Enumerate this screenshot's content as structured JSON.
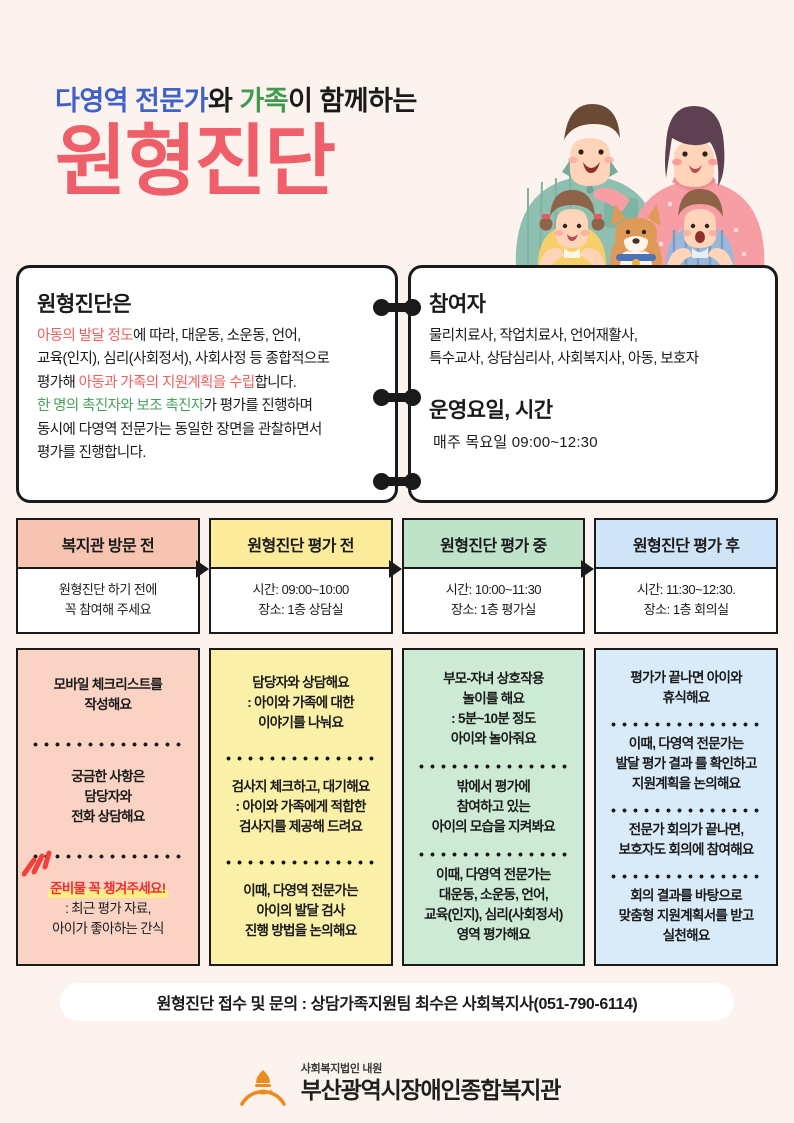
{
  "poster": {
    "background_color": "#fdf3ee",
    "title": {
      "line1_part1": "다영역 전문가",
      "line1_part2": "와 ",
      "line1_part3": "가족",
      "line1_part4": "이 함께하는",
      "line2": "원형진단",
      "accent_blue": "#3f62c8",
      "accent_green": "#3f9a4e",
      "accent_red": "#ef5f6a"
    },
    "illustration_name": "family-illustration"
  },
  "info": {
    "left": {
      "heading": "원형진단은",
      "line1_red": "아동의 발달 정도",
      "line1_rest": "에 따라,  대운동, 소운동, 언어,",
      "line2": "교육(인지), 심리(사회정서), 사회사정 등 종합적으로",
      "line3_pre": "평가해 ",
      "line3_red": "아동과 가족의 지원계획을 수립",
      "line3_post": "합니다.",
      "line4_green": "한 명의 촉진자와 보조 촉진자",
      "line4_rest": "가 평가를 진행하며",
      "line5": "동시에 다영역 전문가는 동일한 장면을 관찰하면서",
      "line6": "평가를 진행합니다."
    },
    "right": {
      "heading1": "참여자",
      "participants_line1": "물리치료사, 작업치료사, 언어재활사,",
      "participants_line2": "특수교사, 상담심리사, 사회복지사, 아동, 보호자",
      "heading2": "운영요일, 시간",
      "schedule": "매주 목요일 09:00~12:30"
    }
  },
  "stages": [
    {
      "title": "복지관 방문 전",
      "header_color": "#f7c4b2",
      "body_color": "#fbd3c4",
      "summary": "원형진단 하기 전에\n꼭 참여해 주세요",
      "blocks": [
        {
          "text": "모바일 체크리스트를\n작성해요",
          "style": "plain"
        },
        {
          "text": "궁금한 사항은\n담당자와\n전화 상담해요",
          "style": "plain"
        },
        {
          "emphasis": "준비물 꼭 챙겨주세요!",
          "text": ": 최근 평가 자료,\n아이가 좋아하는 간식",
          "style": "emphasis"
        }
      ]
    },
    {
      "title": "원형진단 평가 전",
      "header_color": "#fbeb9a",
      "body_color": "#fbf0a8",
      "summary": "시간: 09:00~10:00\n장소: 1층 상담실",
      "blocks": [
        {
          "text": "담당자와 상담해요\n: 아이와 가족에 대한\n이야기를 나눠요",
          "style": "plain"
        },
        {
          "text": "검사지 체크하고, 대기해요\n: 아이와 가족에게 적합한\n검사지를 제공해 드려요",
          "style": "plain"
        },
        {
          "text": "이때, 다영역 전문가는\n아이의 발달 검사\n진행 방법을 논의해요",
          "style": "plain"
        }
      ]
    },
    {
      "title": "원형진단 평가 중",
      "header_color": "#bfe3c8",
      "body_color": "#cdebd4",
      "summary": "시간: 10:00~11:30\n장소: 1층 평가실",
      "blocks": [
        {
          "text": "부모-자녀 상호작용\n놀이를 해요\n: 5분~10분 정도\n아이와 놀아줘요",
          "style": "plain"
        },
        {
          "text": "밖에서 평가에\n참여하고 있는\n아이의 모습을 지켜봐요",
          "style": "plain"
        },
        {
          "text": "이때, 다영역 전문가는\n대운동, 소운동, 언어,\n교육(인지), 심리(사회정서)\n영역 평가해요",
          "style": "plain"
        }
      ]
    },
    {
      "title": "원형진단 평가 후",
      "header_color": "#cfe4f7",
      "body_color": "#d9eaf9",
      "summary": "시간: 11:30~12:30.\n장소: 1층 회의실",
      "blocks": [
        {
          "text": "평가가 끝나면 아이와\n휴식해요",
          "style": "plain"
        },
        {
          "text": "이때, 다영역 전문가는\n발달 평가 결과 를 확인하고\n지원계획을 논의해요",
          "style": "plain"
        },
        {
          "text": "전문가 회의가  끝나면,\n보호자도 회의에 참여해요",
          "style": "plain"
        },
        {
          "text": "회의 결과를 바탕으로\n맞춤형 지원계획서를 받고\n실천해요",
          "style": "plain"
        }
      ]
    }
  ],
  "footer": {
    "contact": "원형진단 접수 및 문의 : 상담가족지원팀 최수은 사회복지사(051-790-6114)",
    "logo_sub": "사회복지법인 내원",
    "logo_main": "부산광역시장애인종합복지관",
    "logo_color": "#ed8b1f"
  }
}
